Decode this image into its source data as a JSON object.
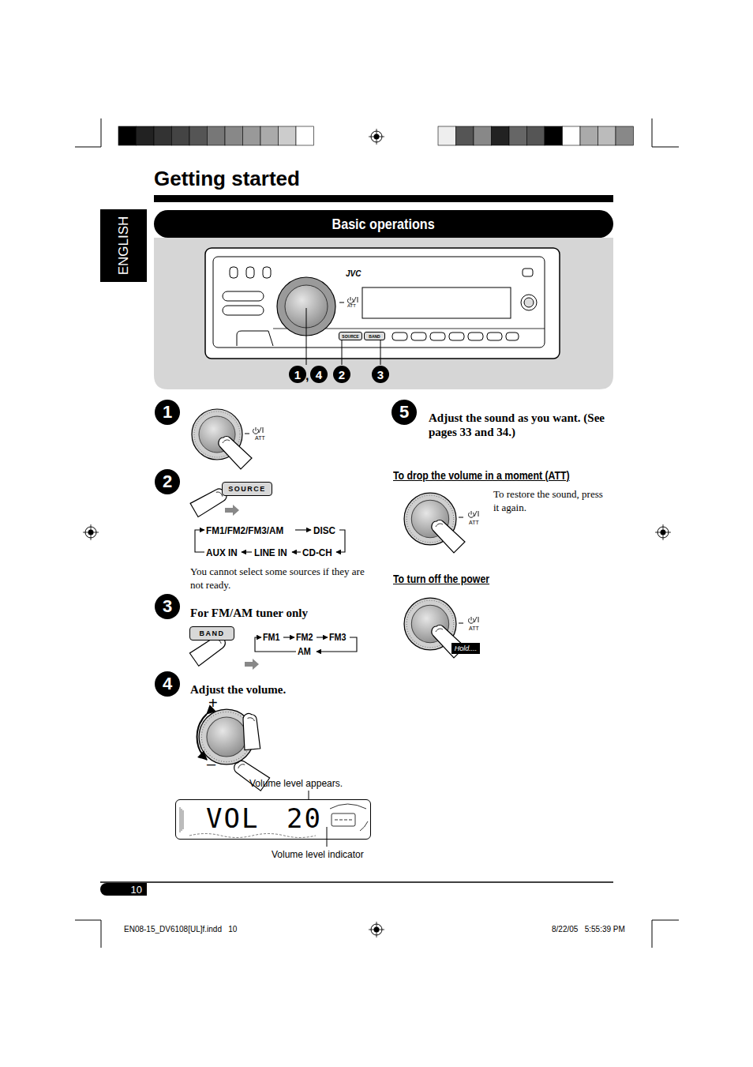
{
  "diagram": {
    "title": "Getting started",
    "nodes": [
      {
        "text": [
          "ENGLISH"
        ]
      },
      {
        "text": [
          "Basic operations"
        ]
      },
      {
        "text": [
          "SOURCE"
        ]
      },
      {
        "text": [
          "BAND"
        ]
      },
      {
        "text": [
          "1"
        ]
      },
      {
        "text": [
          "4"
        ]
      },
      {
        "text": [
          "2"
        ]
      },
      {
        "text": [
          "3"
        ]
      },
      {
        "text": [
          "1"
        ]
      },
      {
        "text": [
          "2"
        ]
      },
      {
        "text": [
          "SOURCE"
        ]
      },
      {
        "text": [
          "3"
        ]
      },
      {
        "text": [
          "BAND"
        ]
      },
      {
        "text": [
          "4"
        ]
      },
      {
        "text": [
          "VOL",
          "20"
        ]
      },
      {
        "text": [
          "5"
        ]
      },
      {
        "text": [
          "Hold...."
        ]
      },
      {
        "text": [
          "10"
        ]
      }
    ],
    "labels": [
      "JVC",
      "ATT",
      ",",
      "ATT",
      "FM1/FM2/FM3/AM",
      "DISC",
      "AUX IN",
      "LINE IN",
      "CD-CH",
      "You cannot select some sources if they are not ready.",
      "For FM/AM tuner only",
      "FM1",
      "FM2",
      "FM3",
      "AM",
      "Adjust the volume.",
      "+",
      "–",
      "Volume level appears.",
      "Volume level indicator",
      "Adjust the sound as you want. (See pages 33 and 34.)",
      "To drop the volume in a moment (ATT)",
      "ATT",
      "To restore the sound, press it again.",
      "To turn off the power",
      "ATT",
      "EN08-15_DV6108[UL]f.indd   10",
      "8/22/05   5:55:39 PM"
    ]
  }
}
